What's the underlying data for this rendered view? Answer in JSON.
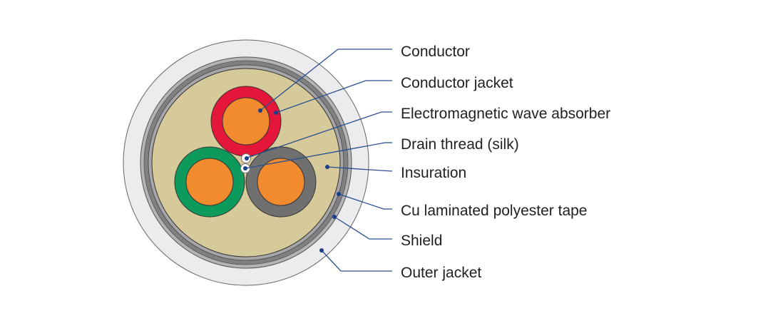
{
  "diagram": {
    "colors": {
      "outer_jacket": "#ecebed",
      "shield": "#9c9c9e",
      "filler": "#d6c99a",
      "conductor": "#f28a2e",
      "red_jacket": "#e4173a",
      "green_jacket": "#0e9a5c",
      "gray_jacket": "#707070",
      "leader": "#2a4f8f"
    },
    "labels": [
      {
        "text": "Conductor"
      },
      {
        "text": "Conductor jacket"
      },
      {
        "text": "Electromagnetic wave absorber"
      },
      {
        "text": "Drain thread (silk)"
      },
      {
        "text": "Insuration"
      },
      {
        "text": "Cu laminated polyester tape"
      },
      {
        "text": "Shield"
      },
      {
        "text": "Outer jacket"
      }
    ]
  }
}
